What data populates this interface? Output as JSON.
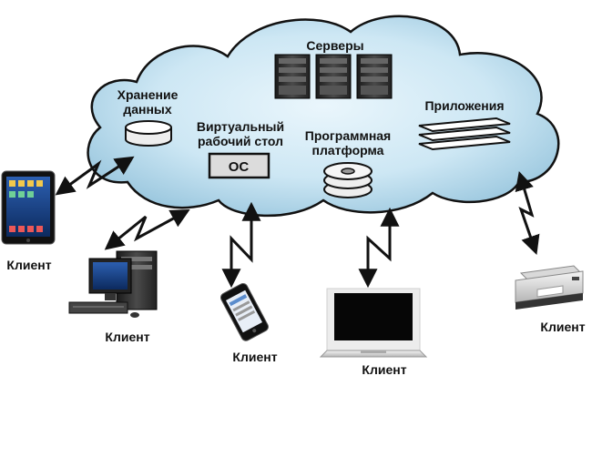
{
  "cloud": {
    "storage_label_line1": "Хранение",
    "storage_label_line2": "данных",
    "desktop_label_line1": "Виртуальный",
    "desktop_label_line2": "рабочий стол",
    "os_label": "ОС",
    "servers_label": "Серверы",
    "platform_label_line1": "Программная",
    "platform_label_line2": "платформа",
    "apps_label": "Приложения"
  },
  "clients": {
    "tablet_label": "Клиент",
    "desktop_pc_label": "Клиент",
    "phone_label": "Клиент",
    "laptop_label": "Клиент",
    "printer_label": "Клиент"
  },
  "colors": {
    "cloud_fill_center": "#e6f4fb",
    "cloud_fill_edge": "#9cc8df",
    "cloud_stroke": "#111111"
  }
}
